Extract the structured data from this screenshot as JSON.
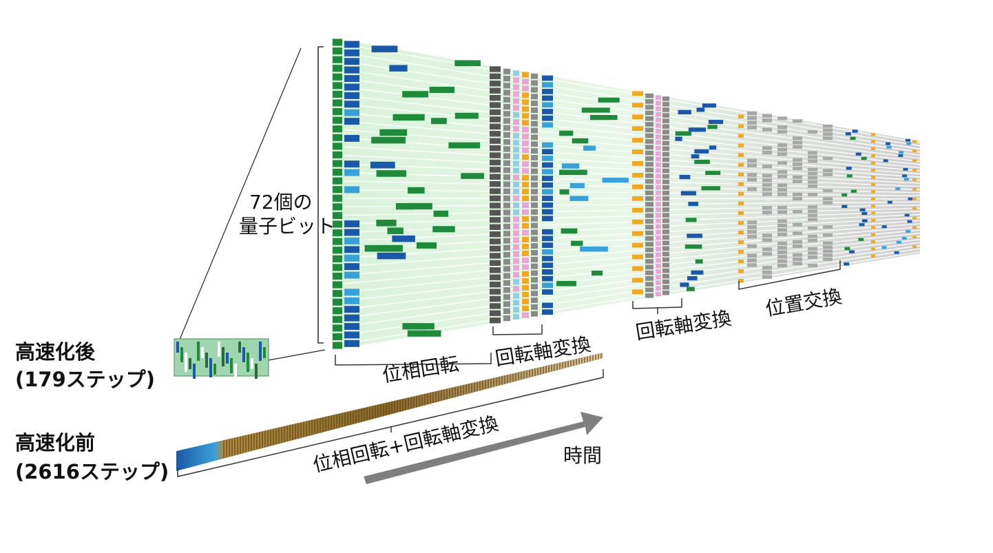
{
  "labels": {
    "qubits_line1": "72個の",
    "qubits_line2": "量子ビット",
    "after_title": "高速化後",
    "after_steps": "(179ステップ)",
    "before_title": "高速化前",
    "before_steps": "(2616ステップ)",
    "phase_rotation": "位相回転",
    "axis_conversion_1": "回転軸変換",
    "axis_conversion_2": "回転軸変換",
    "position_swap": "位置交換",
    "combined": "位相回転+回転軸変換",
    "time": "時間"
  },
  "colors": {
    "green": "#1f8a3c",
    "dark_blue": "#1c58a8",
    "light_blue": "#3aa0d8",
    "pale_green": "#c9ecc9",
    "orange": "#f0a820",
    "pink": "#e9a6d6",
    "gray": "#8a8a8a",
    "arrow_gray": "#7f7f7f"
  }
}
